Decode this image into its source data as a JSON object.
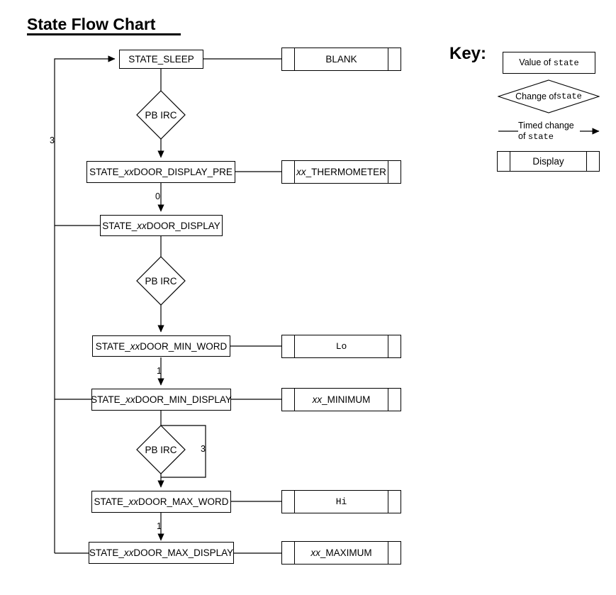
{
  "page": {
    "title": "State Flow Chart",
    "background": "#ffffff",
    "ink": "#000000"
  },
  "flow": {
    "states": [
      {
        "id": "sleep",
        "label_prefix": "STATE_SLEEP",
        "label_italic": "",
        "label_suffix": ""
      },
      {
        "id": "display_pre",
        "label_prefix": "STATE_",
        "label_italic": "xx",
        "label_suffix": "DOOR_DISPLAY_PRE"
      },
      {
        "id": "display",
        "label_prefix": "STATE_",
        "label_italic": "xx",
        "label_suffix": "DOOR_DISPLAY"
      },
      {
        "id": "min_word",
        "label_prefix": "STATE_",
        "label_italic": "xx",
        "label_suffix": "DOOR_MIN_WORD"
      },
      {
        "id": "min_display",
        "label_prefix": "STATE_",
        "label_italic": "xx",
        "label_suffix": "DOOR_MIN_DISPLAY"
      },
      {
        "id": "max_word",
        "label_prefix": "STATE_",
        "label_italic": "xx",
        "label_suffix": "DOOR_MAX_WORD"
      },
      {
        "id": "max_display",
        "label_prefix": "STATE_",
        "label_italic": "xx",
        "label_suffix": "DOOR_MAX_DISPLAY"
      }
    ],
    "displays": [
      {
        "id": "blank",
        "text_prefix": "BLANK",
        "text_italic": "",
        "text_suffix": "",
        "mono": true
      },
      {
        "id": "thermometer",
        "text_prefix": "",
        "text_italic": "xx",
        "text_suffix": "_THERMOMETER",
        "mono": false
      },
      {
        "id": "lo",
        "text_prefix": "Lo",
        "text_italic": "",
        "text_suffix": "",
        "mono": true
      },
      {
        "id": "minimum",
        "text_prefix": "",
        "text_italic": "xx",
        "text_suffix": "_MINIMUM",
        "mono": false
      },
      {
        "id": "hi",
        "text_prefix": "Hi",
        "text_italic": "",
        "text_suffix": "",
        "mono": true
      },
      {
        "id": "maximum",
        "text_prefix": "",
        "text_italic": "xx",
        "text_suffix": "_MAXIMUM",
        "mono": false
      }
    ],
    "decisions": [
      {
        "id": "pbirc_top",
        "label": "PB IRC"
      },
      {
        "id": "pbirc_mid",
        "label": "PB IRC"
      },
      {
        "id": "pbirc_bottom",
        "label": "PB IRC"
      }
    ],
    "edge_labels": [
      {
        "id": "return_3",
        "value": "3"
      },
      {
        "id": "pre_to_disp",
        "value": "0"
      },
      {
        "id": "minword_to_mindisp",
        "value": "1"
      },
      {
        "id": "pbirc_loop_3",
        "value": "3"
      },
      {
        "id": "maxword_to_maxdisp",
        "value": "1"
      }
    ]
  },
  "key": {
    "heading": "Key:",
    "value_of_state": {
      "plain": "Value of ",
      "mono": "state"
    },
    "change_of_state": {
      "plain": "Change of ",
      "mono": "state"
    },
    "timed_change": {
      "line1": "Timed change",
      "plain2": "of ",
      "mono2": "state"
    },
    "display": {
      "label": "Display"
    }
  }
}
